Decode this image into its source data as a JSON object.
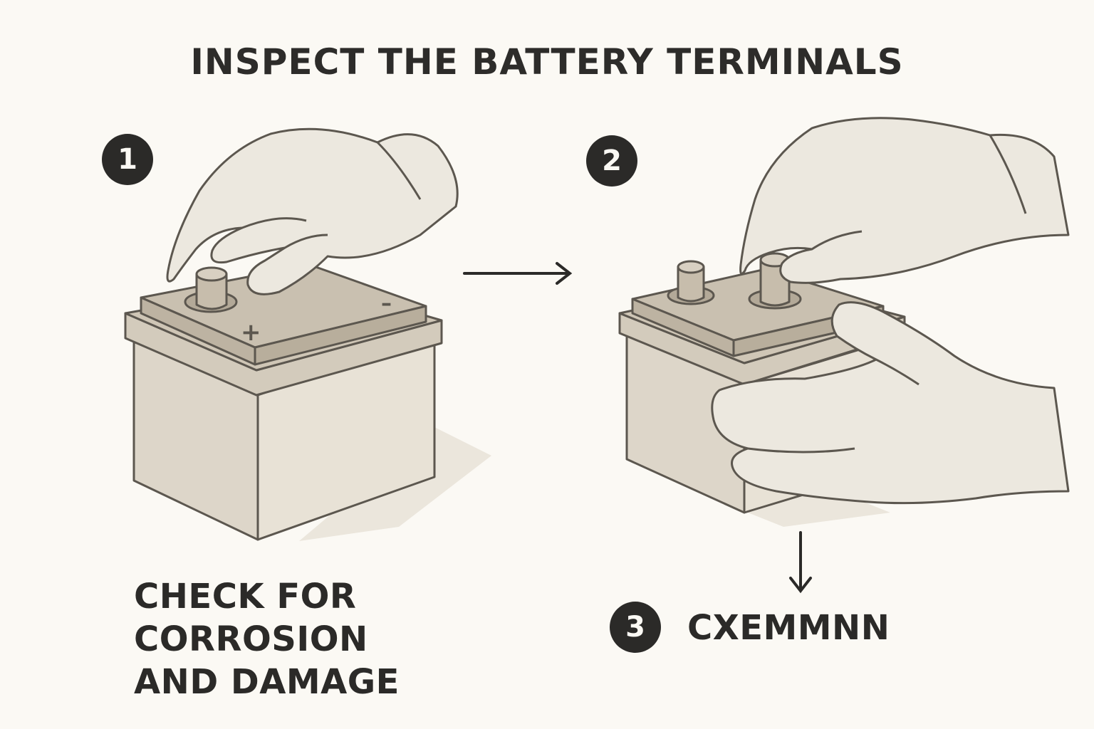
{
  "title": "INSPECT THE BATTERY TERMINALS",
  "steps": [
    {
      "number": "1"
    },
    {
      "number": "2"
    },
    {
      "number": "3",
      "label": "CXEMMNN"
    }
  ],
  "caption": {
    "line1": "CHECK FOR",
    "line2": "CORROSION",
    "line3": "AND DAMAGE"
  },
  "battery_marks": {
    "positive": "+",
    "negative": "–"
  },
  "colors": {
    "background": "#fbf9f4",
    "ink": "#2b2a28",
    "battery_body": "#e6e0d4",
    "battery_lid": "#d4cbbd",
    "glove": "#ede9e0"
  }
}
